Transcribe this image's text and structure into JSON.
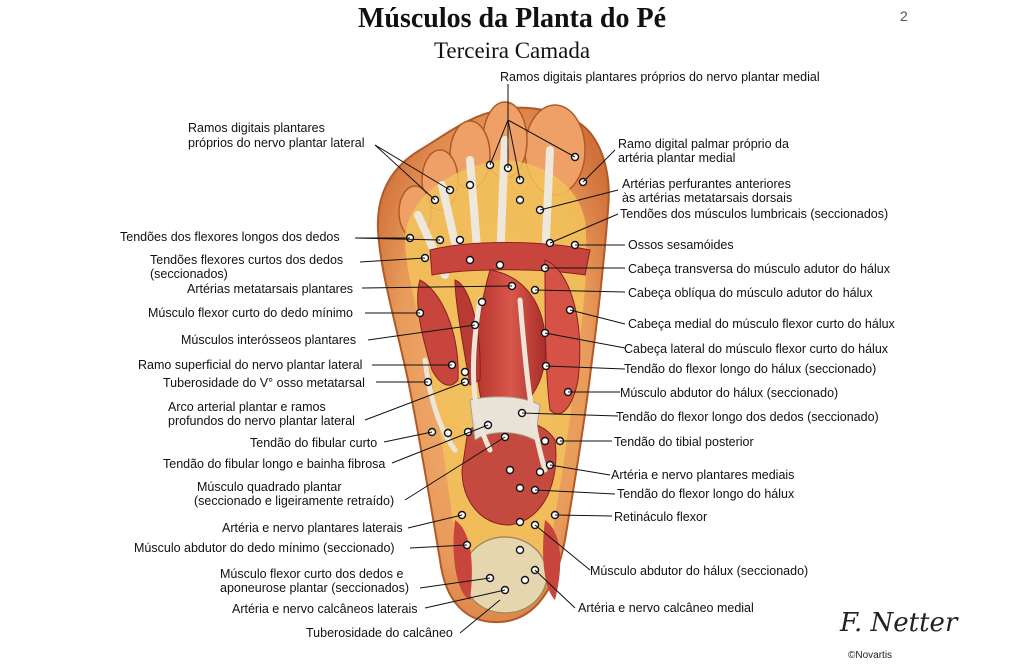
{
  "title": "Músculos da Planta do Pé",
  "subtitle": "Terceira Camada",
  "signature": "F. Netter",
  "copyright": "©Novartis",
  "side_mark": "2",
  "labels": {
    "top": "Ramos digitais plantares próprios do nervo plantar medial",
    "left": [
      "Ramos digitais plantares",
      "próprios do nervo plantar lateral",
      "Tendões dos flexores longos dos dedos",
      "Tendões flexores curtos dos dedos",
      "(seccionados)",
      "Artérias metatarsais plantares",
      "Músculo flexor curto do dedo mínimo",
      "Músculos interósseos plantares",
      "Ramo superficial do nervo plantar lateral",
      "Tuberosidade do V° osso metatarsal",
      "Arco arterial plantar e ramos",
      "profundos do nervo plantar lateral",
      "Tendão do fibular curto",
      "Tendão do fibular longo e bainha fibrosa",
      "Músculo quadrado plantar",
      "(seccionado e ligeiramente retraído)",
      "Artéria e nervo plantares laterais",
      "Músculo abdutor do dedo mínimo (seccionado)",
      "Músculo flexor curto dos dedos e",
      "aponeurose plantar (seccionados)",
      "Artéria e nervo calcâneos laterais",
      "Tuberosidade do calcâneo"
    ],
    "right": [
      "Ramo digital palmar próprio da",
      "artéria plantar medial",
      "Artérias perfurantes anteriores",
      "às artérias metatarsais dorsais",
      "Tendões dos músculos lumbricais (seccionados)",
      "Ossos sesamóides",
      "Cabeça transversa do músculo adutor do hálux",
      "Cabeça oblíqua do músculo adutor do hálux",
      "Cabeça medial do músculo flexor curto do hálux",
      "Cabeça lateral do músculo flexor curto do hálux",
      "Tendão do flexor longo do hálux (seccionado)",
      "Músculo abdutor do hálux (seccionado)",
      "Tendão do flexor longo dos dedos (seccionado)",
      "Tendão do tibial posterior",
      "Artéria e nervo plantares mediais",
      "Tendão do flexor longo do hálux",
      "Retináculo flexor",
      "Músculo abdutor do hálux (seccionado)",
      "Artéria e nervo calcâneo medial"
    ]
  },
  "colors": {
    "skin": "#e8a070",
    "fat": "#f2c25a",
    "muscle": "#c8453e",
    "muscle_dark": "#9e2a2a",
    "tendon": "#ece6dc",
    "bone": "#e6d6b0"
  }
}
